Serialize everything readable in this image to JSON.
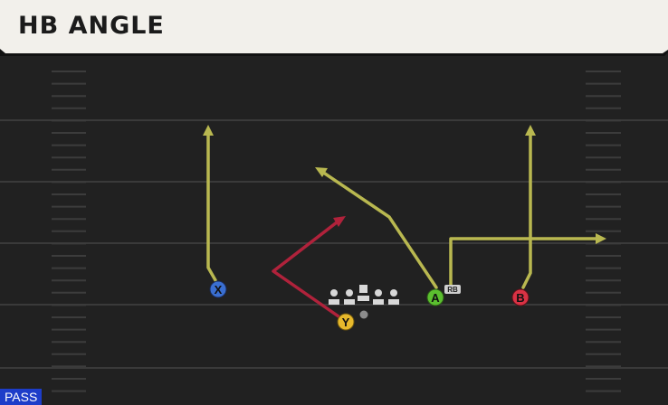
{
  "play": {
    "title": "HB ANGLE",
    "type_badge": "PASS"
  },
  "players": [
    {
      "id": "X",
      "label": "X",
      "color": "#3a6fd1"
    },
    {
      "id": "Y",
      "label": "Y",
      "color": "#e7b92c"
    },
    {
      "id": "A",
      "label": "A",
      "color": "#5bbf2f"
    },
    {
      "id": "B",
      "label": "B",
      "color": "#d83244"
    }
  ],
  "rb_tag": "RB",
  "route_colors": {
    "primary": "#b9b850",
    "highlight": "#b0223b"
  }
}
